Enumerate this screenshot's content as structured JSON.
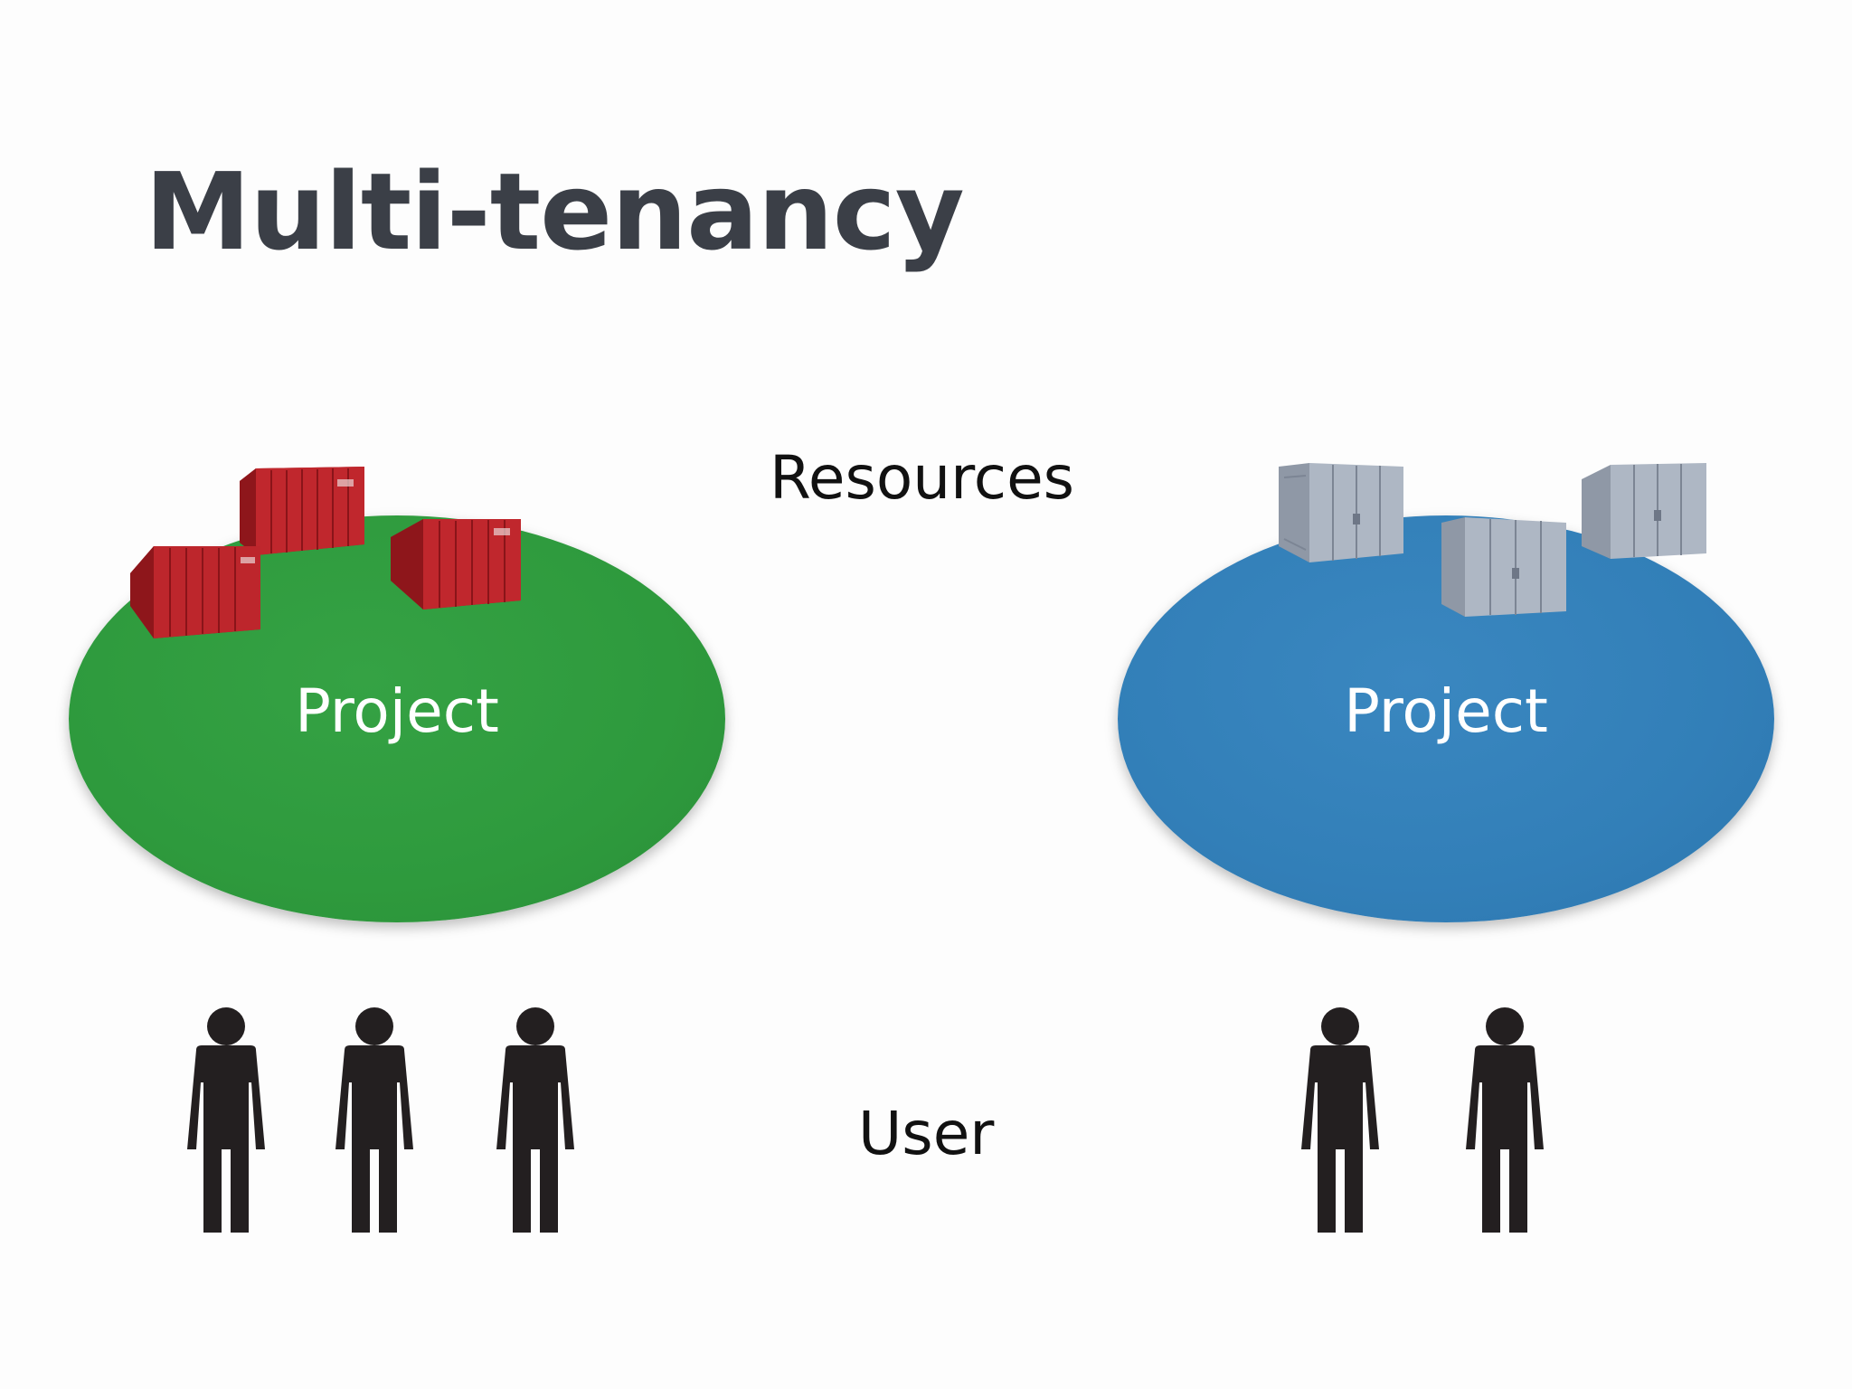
{
  "slide": {
    "title": "Multi-tenancy",
    "resources_label": "Resources",
    "user_label": "User"
  },
  "projects": [
    {
      "label": "Project",
      "color": "#2e9a3d",
      "container_color": "#b8242a",
      "container_count": 3,
      "user_count": 3
    },
    {
      "label": "Project",
      "color": "#327fb8",
      "container_color": "#a9b3c2",
      "container_count": 3,
      "user_count": 2
    }
  ],
  "icons": {
    "resource": "shipping-container-icon",
    "user": "person-icon"
  }
}
